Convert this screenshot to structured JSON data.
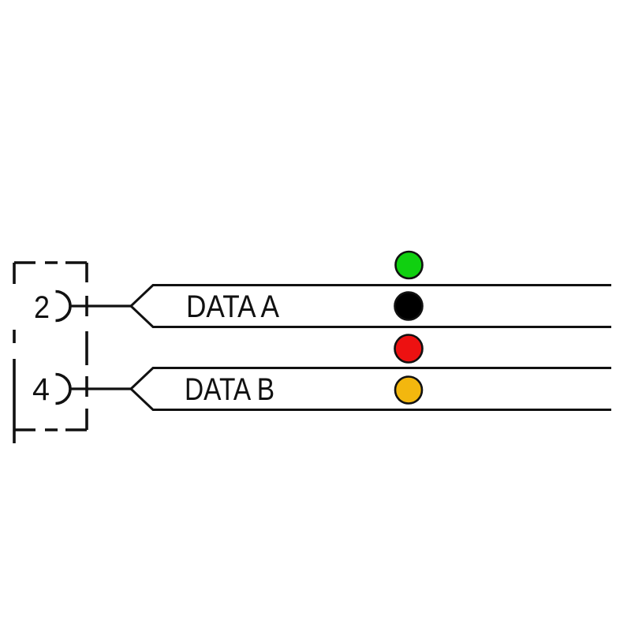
{
  "diagram_type": "cable-pinout-wiring-diagram",
  "connector": {
    "pins": [
      {
        "number": "2"
      },
      {
        "number": "4"
      }
    ]
  },
  "signals": [
    {
      "label": "DATA A",
      "pin": "2"
    },
    {
      "label": "DATA B",
      "pin": "4"
    }
  ],
  "wire_dots": [
    {
      "name": "green",
      "hex": "#10d010",
      "row": "DATA A",
      "position": "above-band"
    },
    {
      "name": "black",
      "hex": "#000000",
      "row": "DATA A",
      "position": "in-band"
    },
    {
      "name": "red",
      "hex": "#ed1111",
      "row": "DATA B",
      "position": "above-band"
    },
    {
      "name": "orange",
      "hex": "#f3b70e",
      "row": "DATA B",
      "position": "in-band"
    }
  ],
  "colors": {
    "line": "#111111",
    "background": "#ffffff"
  }
}
